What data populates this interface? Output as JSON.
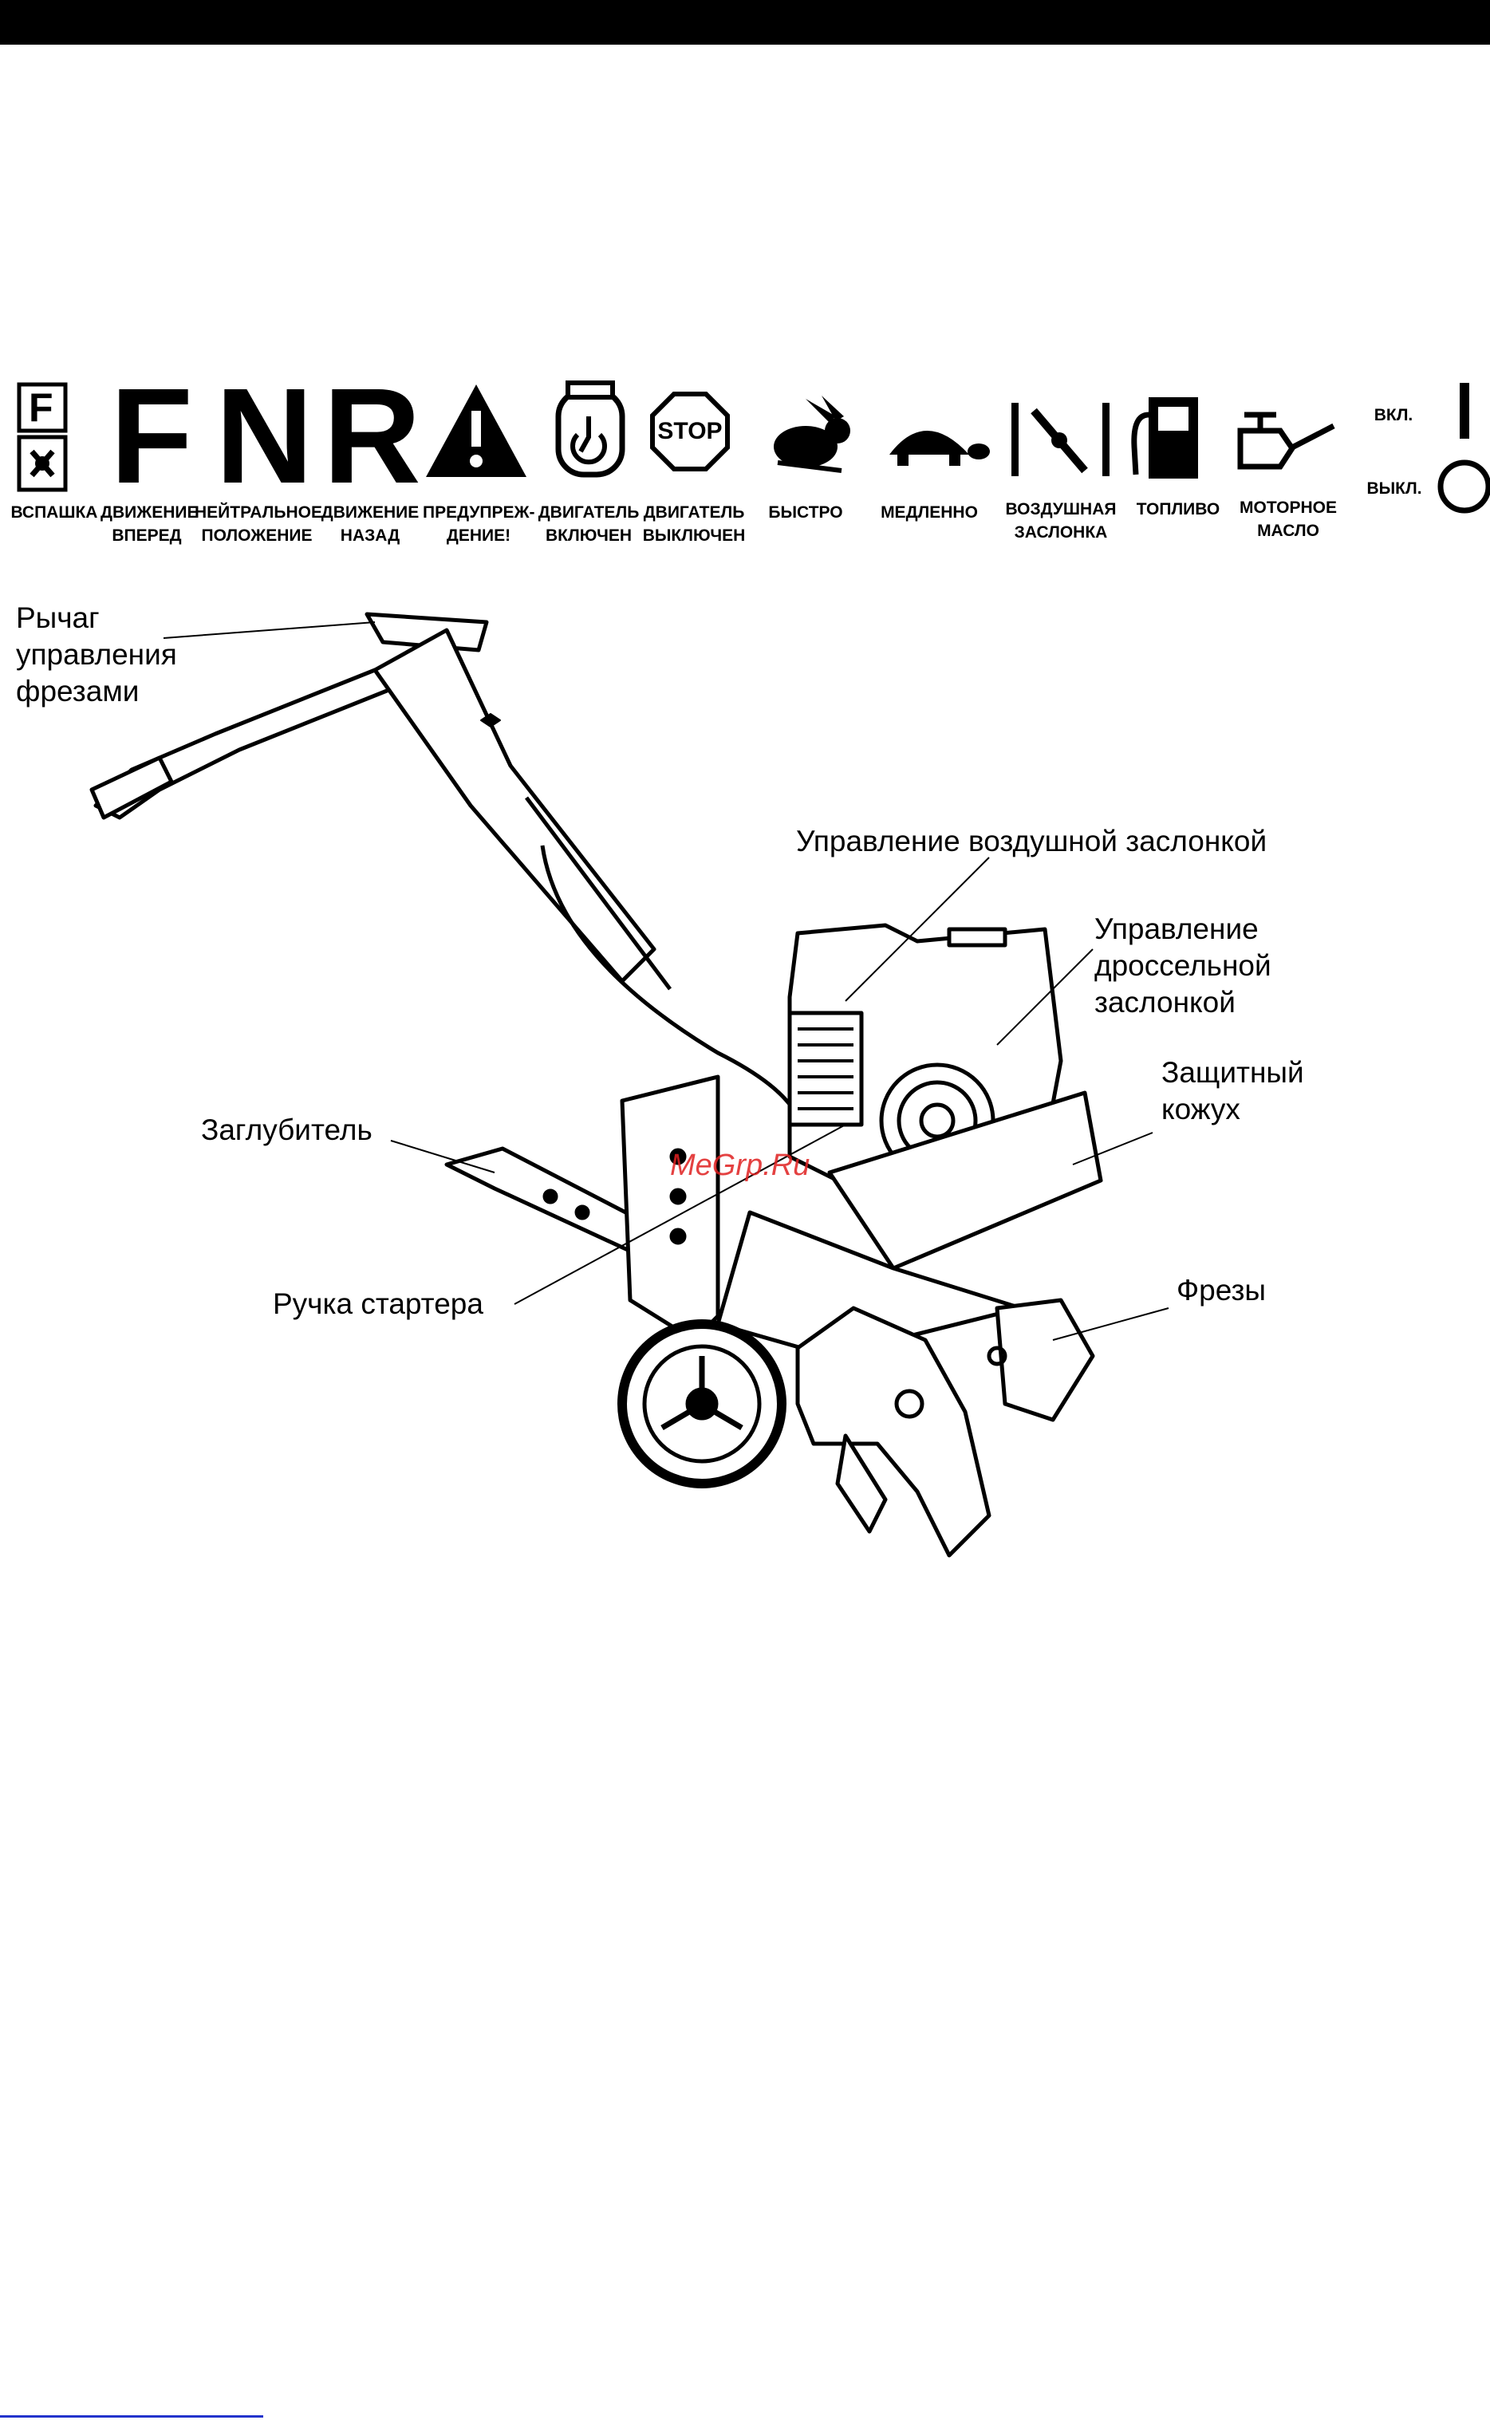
{
  "symbols": [
    {
      "id": "tilling",
      "lines": [
        "ВСПАШКА"
      ],
      "icon": "tilling-icon"
    },
    {
      "id": "forward",
      "letter": "F",
      "lines": [
        "ДВИЖЕНИЕ",
        "ВПЕРЕД"
      ],
      "icon": "forward-letter-icon"
    },
    {
      "id": "neutral",
      "letter": "N",
      "lines": [
        "НЕЙТРАЛЬНОЕ",
        "ПОЛОЖЕНИЕ"
      ],
      "icon": "neutral-letter-icon"
    },
    {
      "id": "reverse",
      "letter": "R",
      "lines": [
        "ДВИЖЕНИЕ",
        "НАЗАД"
      ],
      "icon": "reverse-letter-icon"
    },
    {
      "id": "warning",
      "lines": [
        "ПРЕДУПРЕЖ-",
        "ДЕНИЕ!"
      ],
      "icon": "warning-icon"
    },
    {
      "id": "engine-on",
      "lines": [
        "ДВИГАТЕЛЬ",
        "ВКЛЮЧЕН"
      ],
      "icon": "engine-on-icon"
    },
    {
      "id": "engine-off",
      "sign": "STOP",
      "lines": [
        "ДВИГАТЕЛЬ",
        "ВЫКЛЮЧЕН"
      ],
      "icon": "stop-sign-icon"
    },
    {
      "id": "fast",
      "lines": [
        "БЫСТРО"
      ],
      "icon": "rabbit-icon"
    },
    {
      "id": "slow",
      "lines": [
        "МЕДЛЕННО"
      ],
      "icon": "turtle-icon"
    },
    {
      "id": "choke",
      "lines": [
        "ВОЗДУШНАЯ",
        "ЗАСЛОНКА"
      ],
      "icon": "choke-icon"
    },
    {
      "id": "fuel",
      "lines": [
        "ТОПЛИВО"
      ],
      "icon": "fuel-pump-icon"
    },
    {
      "id": "oil",
      "lines": [
        "МОТОРНОЕ",
        "МАСЛО"
      ],
      "icon": "oil-can-icon"
    }
  ],
  "tilling_badge_letter": "F",
  "switch": {
    "on_label": "ВКЛ.",
    "off_label": "ВЫКЛ.",
    "icons": [
      "on-bar-icon",
      "off-circle-icon"
    ]
  },
  "callouts": {
    "tine_lever": [
      "Рычаг",
      "управления",
      "фрезами"
    ],
    "choke_control": [
      "Управление воздушной заслонкой"
    ],
    "throttle_control": [
      "Управление",
      "дроссельной",
      "заслонкой"
    ],
    "shield": [
      "Защитный",
      "кожух"
    ],
    "depth_bar": [
      "Заглубитель"
    ],
    "starter_handle": [
      "Ручка стартера"
    ],
    "tines": [
      "Фрезы"
    ]
  },
  "watermark": "MeGrp.Ru"
}
